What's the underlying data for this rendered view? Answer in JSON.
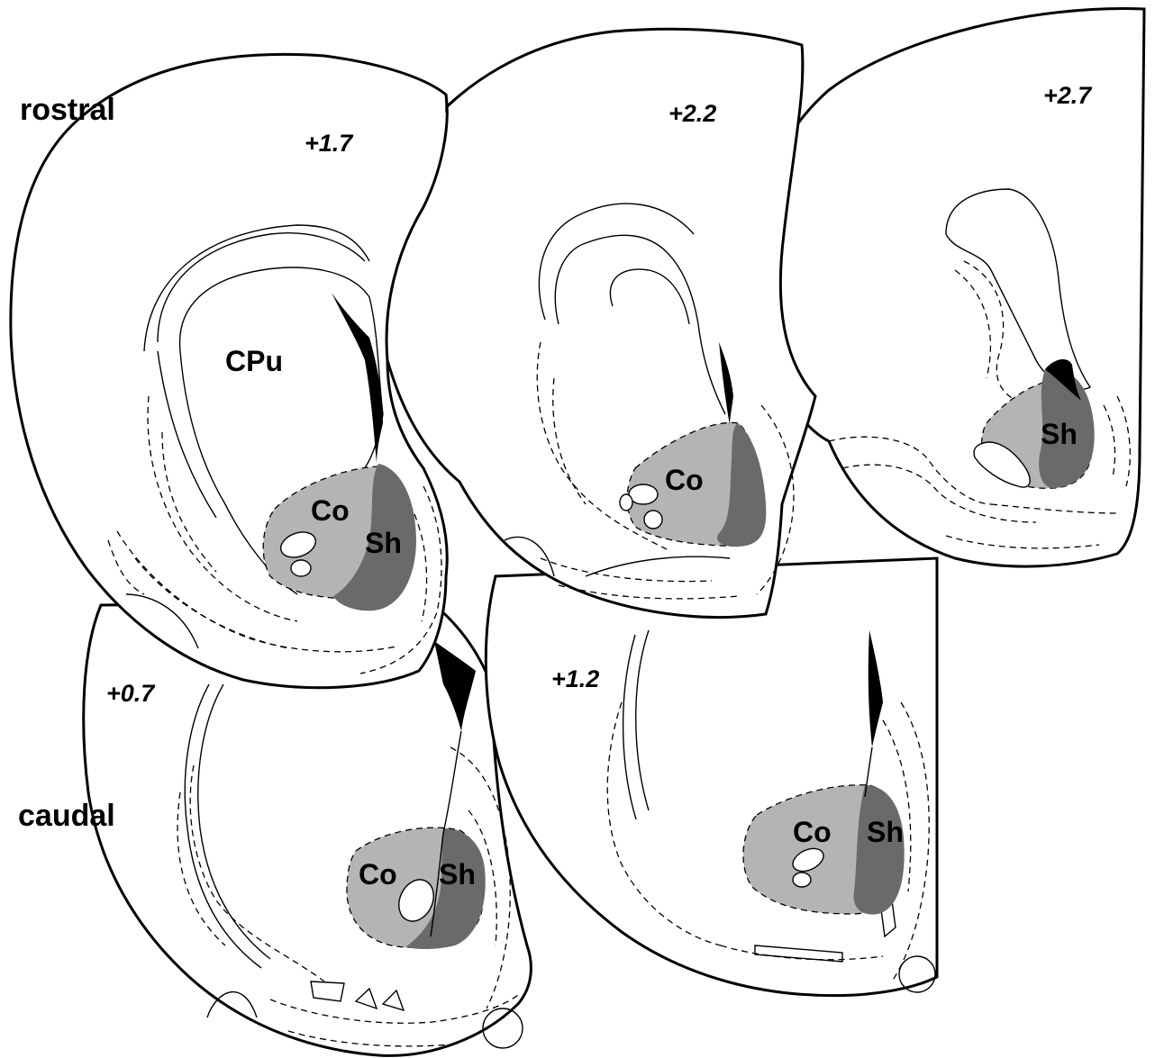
{
  "axis_labels": {
    "rostral": "rostral",
    "caudal": "caudal"
  },
  "sections": {
    "s17": {
      "coord": "+1.7",
      "cpu": "CPu",
      "core": "Co",
      "shell": "Sh"
    },
    "s22": {
      "coord": "+2.2",
      "core": "Co"
    },
    "s27": {
      "coord": "+2.7",
      "shell": "Sh"
    },
    "s07": {
      "coord": "+0.7",
      "core": "Co",
      "shell": "Sh"
    },
    "s12": {
      "coord": "+1.2",
      "core": "Co",
      "shell": "Sh"
    }
  },
  "colors": {
    "core_fill": "#b4b4b4",
    "shell_fill": "#6a6a6a",
    "ventricle_fill": "#000000",
    "outline": "#000000",
    "background": "#ffffff"
  }
}
